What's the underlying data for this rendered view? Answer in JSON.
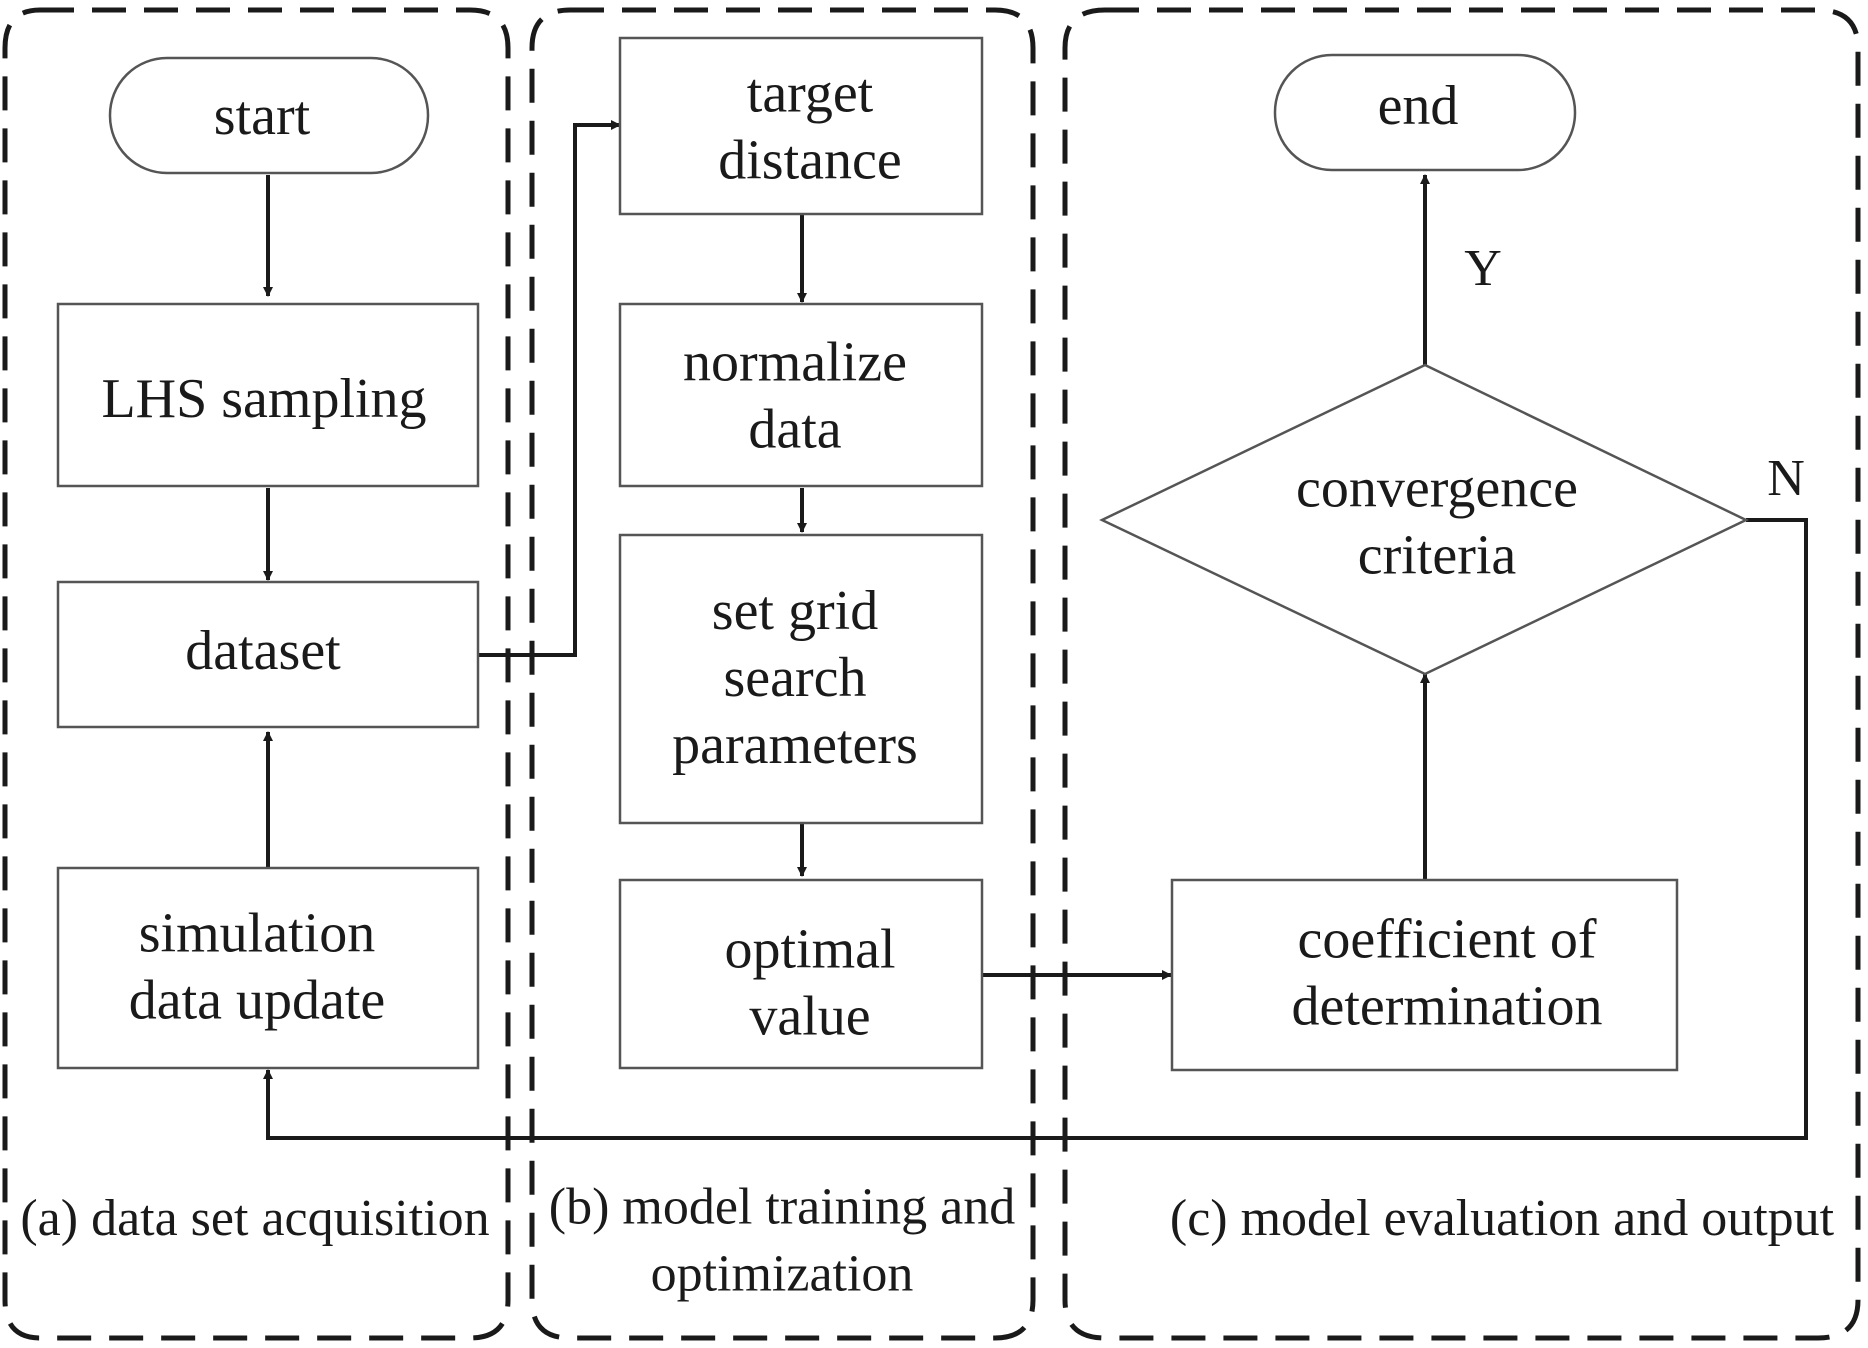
{
  "panels": {
    "a": {
      "label": "(a) data set acquisition"
    },
    "b": {
      "label_lines": [
        "(b) model training and",
        "optimization"
      ]
    },
    "c": {
      "label": "(c) model evaluation and output"
    }
  },
  "nodes": {
    "start": {
      "lines": [
        "start"
      ]
    },
    "lhs_sampling": {
      "lines": [
        "LHS sampling"
      ]
    },
    "dataset": {
      "lines": [
        "dataset"
      ]
    },
    "simulation_update": {
      "lines": [
        "simulation",
        "data update"
      ]
    },
    "target_distance": {
      "lines": [
        "target",
        "distance"
      ]
    },
    "normalize_data": {
      "lines": [
        "normalize",
        "data"
      ]
    },
    "grid_search": {
      "lines": [
        "set grid",
        "search",
        "parameters"
      ]
    },
    "optimal_value": {
      "lines": [
        "optimal",
        "value"
      ]
    },
    "end": {
      "lines": [
        "end"
      ]
    },
    "convergence": {
      "lines": [
        "convergence",
        "criteria"
      ]
    },
    "coefficient": {
      "lines": [
        "coefficient of",
        "determination"
      ]
    }
  },
  "edge_labels": {
    "yes": "Y",
    "no": "N"
  }
}
